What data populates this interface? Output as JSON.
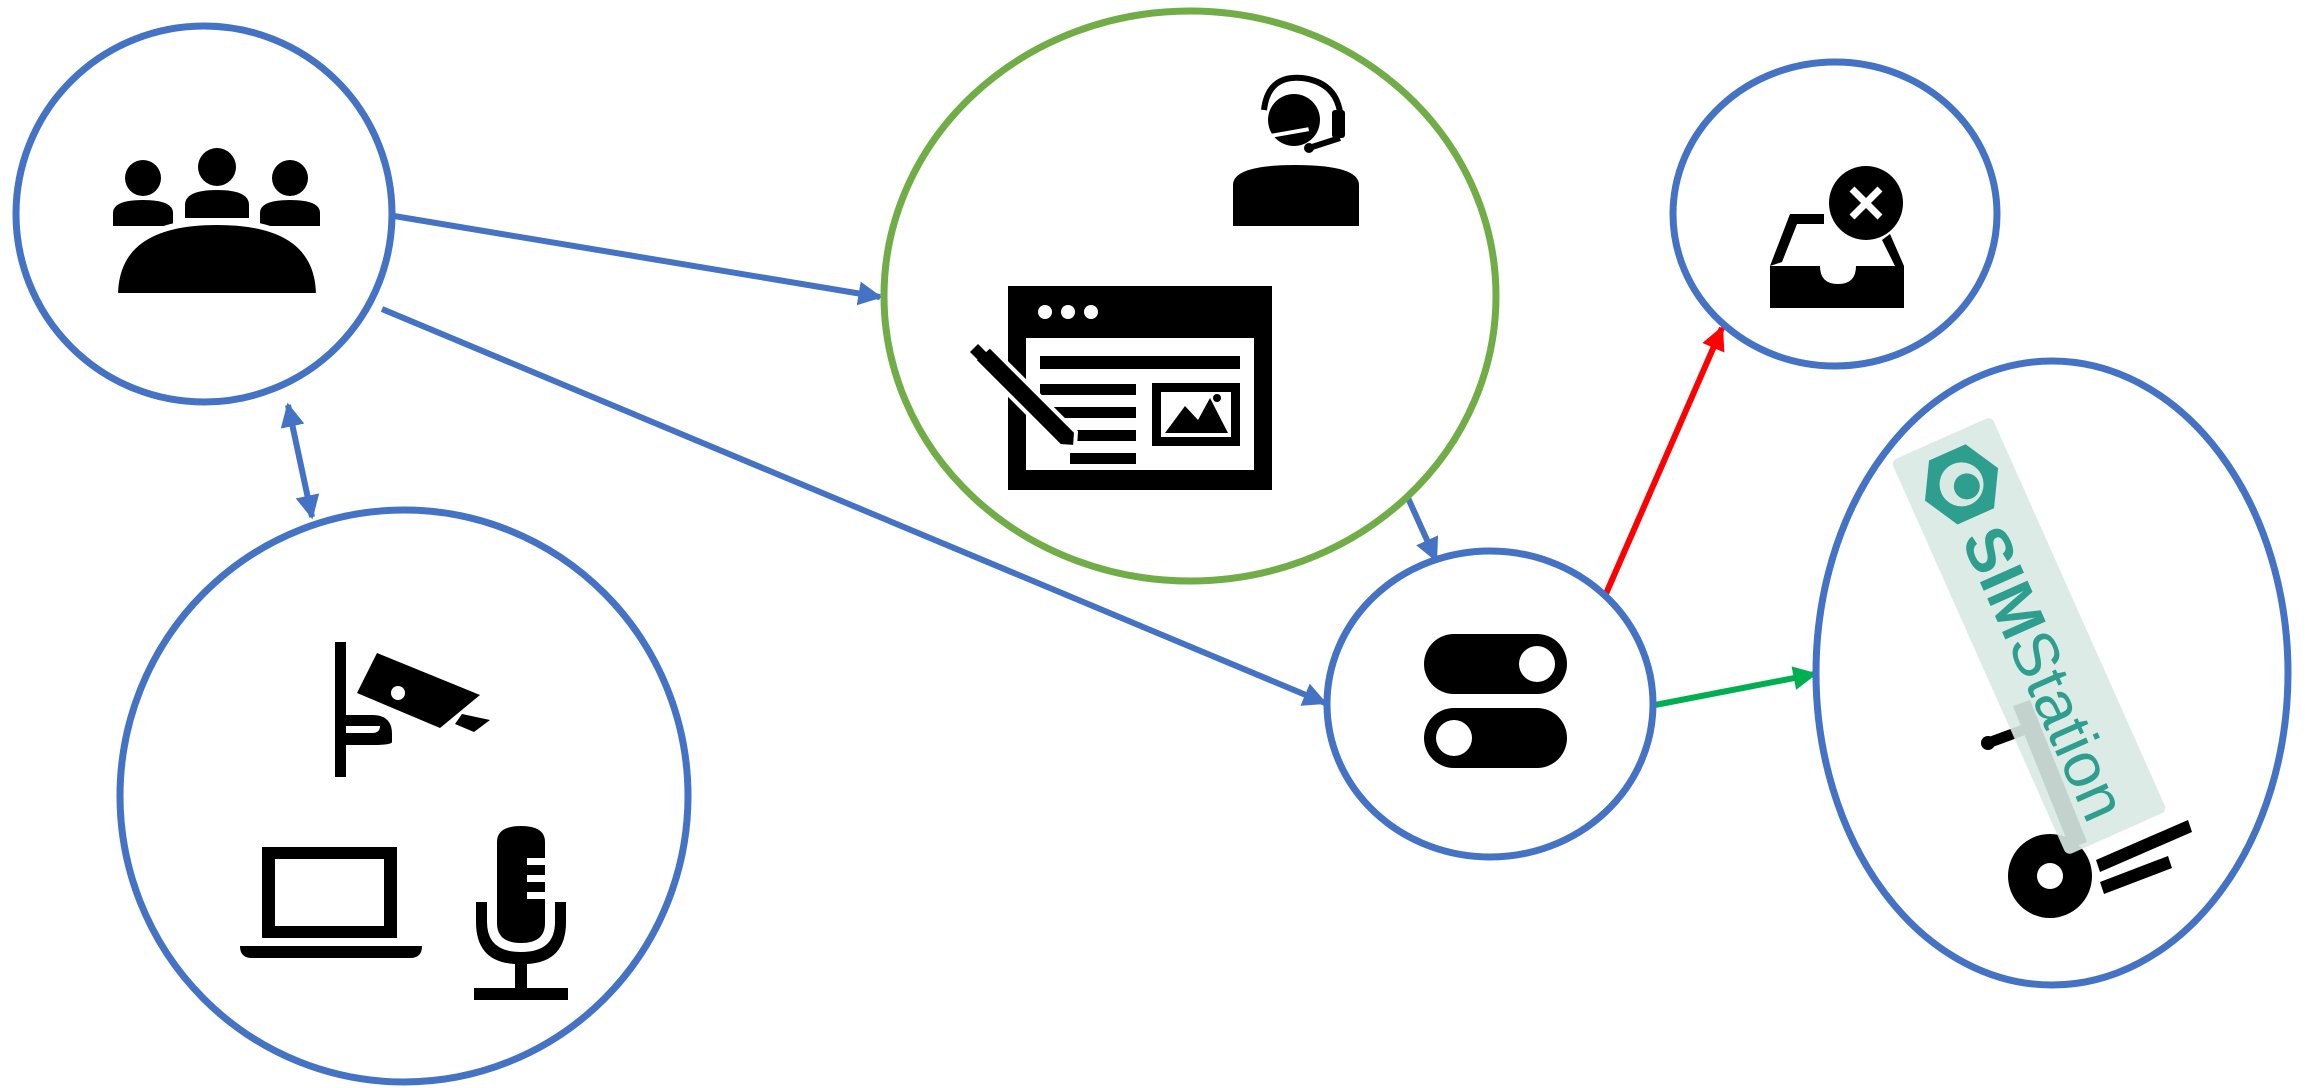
{
  "colors": {
    "node_blue": "#4472C4",
    "node_green": "#70AD47",
    "edge_blue": "#4472C4",
    "edge_red": "#FF0000",
    "edge_green": "#00B050",
    "logo_teal": "#2E9E8E",
    "logo_bg": "#D8E9E3"
  },
  "nodes": [
    {
      "id": "participants",
      "icon": "group-people-icon"
    },
    {
      "id": "recording-devices",
      "icons": [
        "security-camera-icon",
        "laptop-icon",
        "microphone-icon"
      ]
    },
    {
      "id": "facilitator-workspace",
      "icons": [
        "headset-operator-icon",
        "web-form-edit-icon"
      ]
    },
    {
      "id": "decision-switch",
      "icon": "toggle-switches-icon"
    },
    {
      "id": "rejected",
      "icon": "inbox-reject-icon"
    },
    {
      "id": "simstation",
      "icon": "dolly-cart-icon",
      "logo": {
        "brand_bold": "SIM",
        "brand_light": "Station"
      }
    }
  ],
  "edges": [
    {
      "from": "participants",
      "to": "facilitator-workspace",
      "color": "blue"
    },
    {
      "from": "participants",
      "to": "decision-switch",
      "color": "blue"
    },
    {
      "from": "participants",
      "to": "recording-devices",
      "color": "blue",
      "bidirectional": true
    },
    {
      "from": "facilitator-workspace",
      "to": "decision-switch",
      "color": "blue"
    },
    {
      "from": "decision-switch",
      "to": "rejected",
      "color": "red"
    },
    {
      "from": "decision-switch",
      "to": "simstation",
      "color": "green"
    }
  ]
}
